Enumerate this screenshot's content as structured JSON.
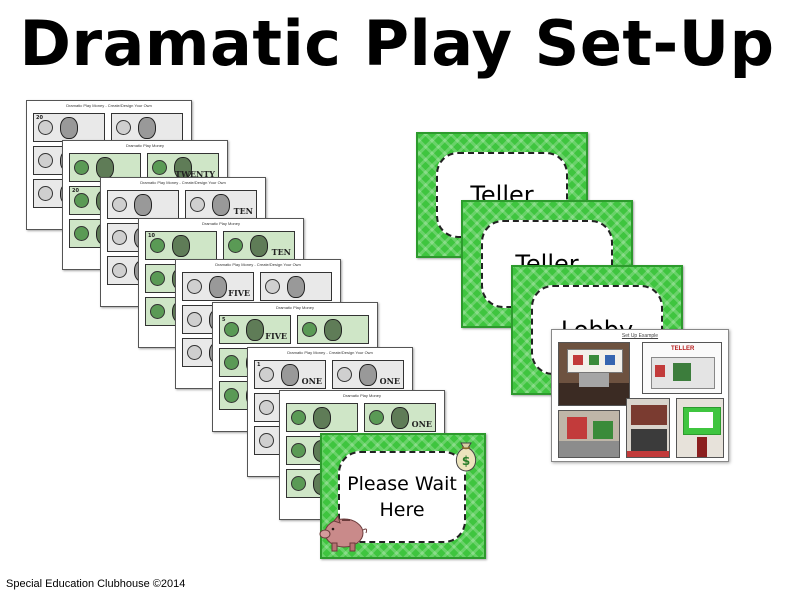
{
  "title": "Dramatic Play Set-Up",
  "credit": "Special Education Clubhouse ©2014",
  "money_sheets": {
    "header_a": "Dramatic Play Money",
    "header_b": "Dramatic Play Money - Create/Design Your Own",
    "denominations": {
      "twenty": "TWENTY",
      "ten": "TEN",
      "five": "FIVE",
      "one": "ONE",
      "twenty_num": "20",
      "ten_num": "10",
      "five_num": "5",
      "one_num": "1"
    }
  },
  "signs": {
    "teller_1": "Teller",
    "teller_2": "Teller",
    "lobby": "Lobby",
    "please_wait": "Please Wait Here"
  },
  "setup_example": {
    "caption": "Set Up Example",
    "teller_label": "TELLER"
  },
  "colors": {
    "sign_green": "#3fc53f",
    "money_green": "#5a9a55",
    "pig_pink": "#c98a8a"
  },
  "icons": [
    "money-bag-icon",
    "piggy-bank-icon"
  ]
}
